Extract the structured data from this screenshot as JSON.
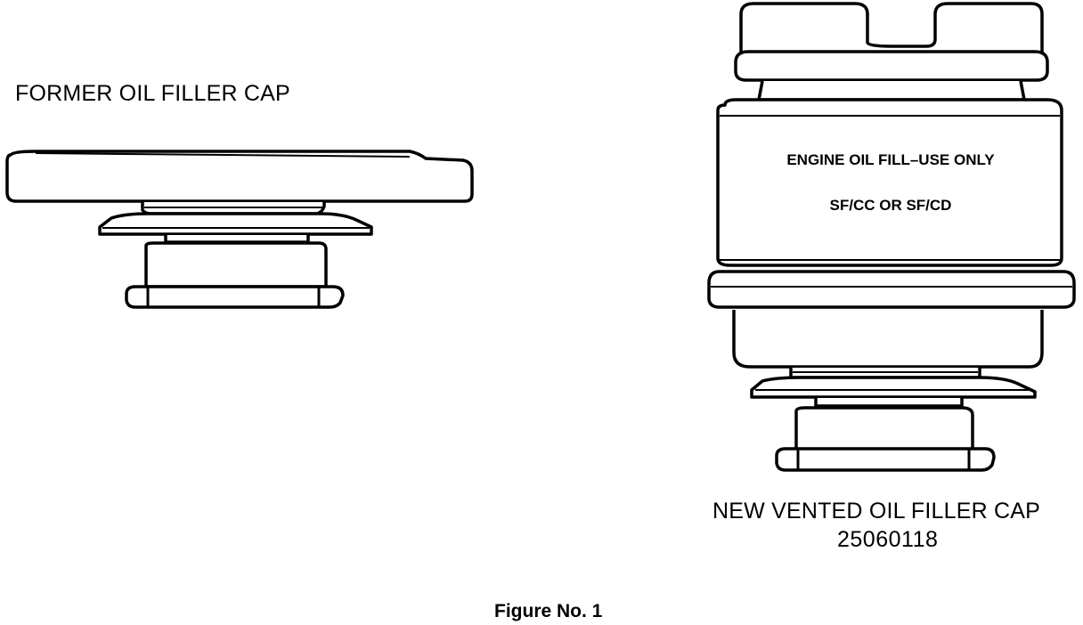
{
  "former_cap": {
    "label": "FORMER OIL FILLER CAP"
  },
  "new_cap": {
    "label_line1": "NEW VENTED OIL FILLER CAP",
    "label_line2": "25060118",
    "band_text_1": "ENGINE OIL FILL–USE ONLY",
    "band_text_2": "SF/CC OR SF/CD"
  },
  "figure": {
    "caption": "Figure No. 1"
  },
  "colors": {
    "ink": "#000000",
    "paper": "#ffffff"
  }
}
